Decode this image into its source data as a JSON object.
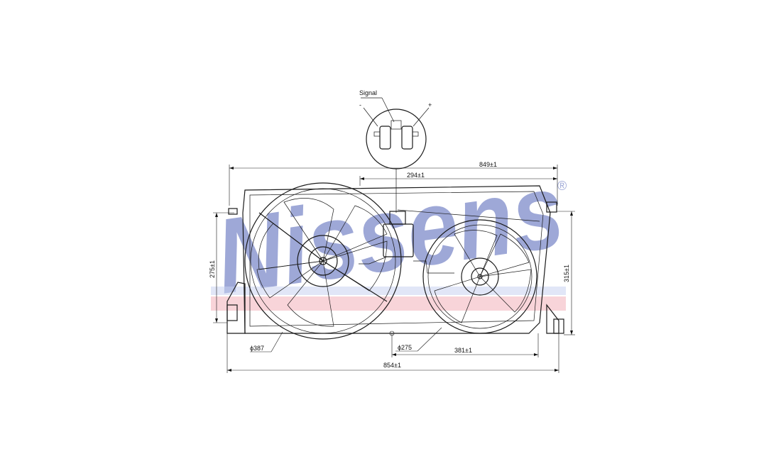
{
  "watermark": {
    "brand": "Nissens",
    "registered": "®",
    "color": "#2a3fa8",
    "stripe_color": "#e0283a"
  },
  "connector": {
    "signal_label": "Signal",
    "minus_label": "-",
    "plus_label": "+"
  },
  "dimensions": {
    "overall_top": "849±1",
    "connector_offset": "294±1",
    "overall_bottom": "854±1",
    "fan_spacing": "381±1",
    "left_height": "275±1",
    "right_height": "315±1",
    "large_fan_diameter": "ϕ387",
    "small_fan_diameter": "ϕ275"
  }
}
